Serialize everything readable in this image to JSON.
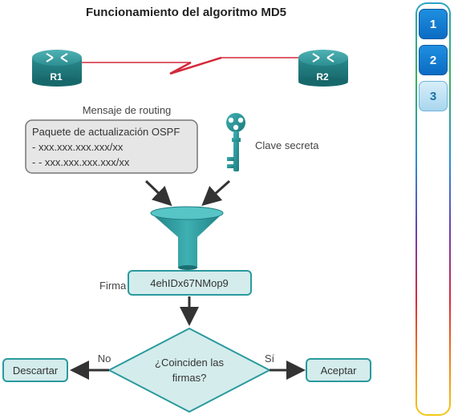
{
  "title": "Funcionamiento del algoritmo MD5",
  "routers": {
    "r1": "R1",
    "r2": "R2"
  },
  "message_label": "Mensaje de routing",
  "packet": {
    "line1": "Paquete de actualización OSPF",
    "line2": "- xxx.xxx.xxx.xxx/xx",
    "line3": "- - xxx.xxx.xxx.xxx/xx"
  },
  "key_label": "Clave secreta",
  "signature_label": "Firma",
  "signature_value": "4ehIDx67NMop9",
  "decision": {
    "line1": "¿Coinciden las",
    "line2": "firmas?"
  },
  "no_label": "No",
  "yes_label": "Sí",
  "discard": "Descartar",
  "accept": "Aceptar",
  "steps": [
    "1",
    "2",
    "3"
  ],
  "active_step": "3",
  "colors": {
    "teal": "#2a9a9e",
    "teal_light": "#d4ecec",
    "serial_link": "#d4293a"
  },
  "icons": [
    "router-icon",
    "key-icon",
    "funnel-icon",
    "arrow-icon"
  ]
}
